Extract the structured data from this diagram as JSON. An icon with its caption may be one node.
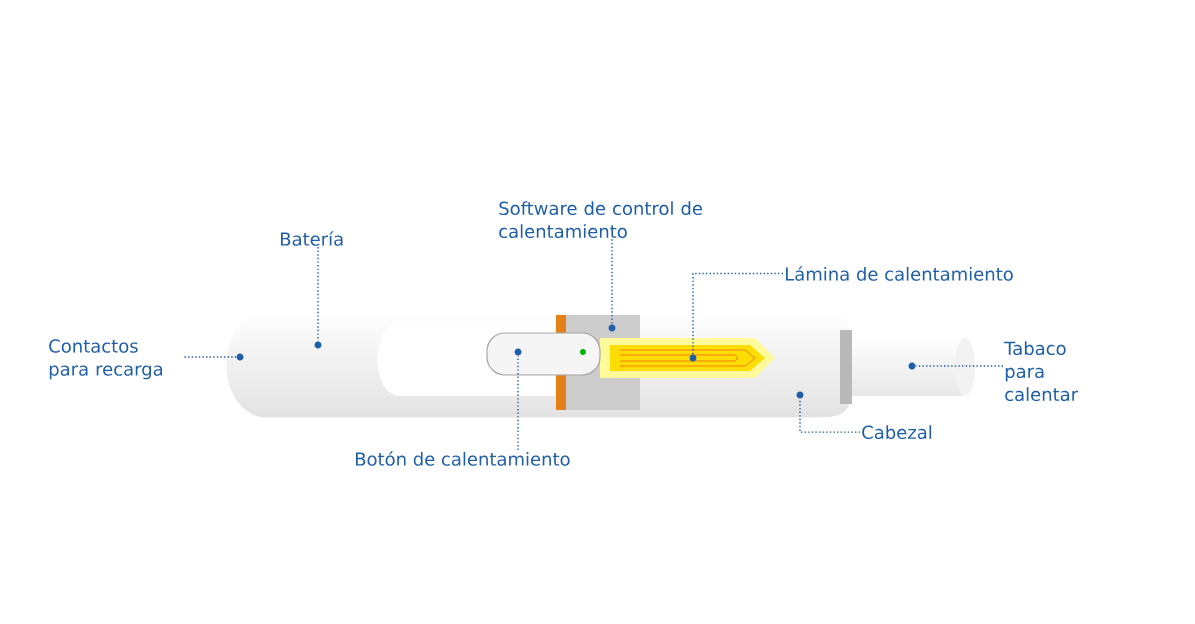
{
  "diagram": {
    "nodes": [
      {
        "text": [
          "Contactos para recarga"
        ]
      },
      {
        "text": [
          "Batería"
        ]
      },
      {
        "text": [
          "Software de control de calentamiento"
        ]
      },
      {
        "text": [
          "Lámina de calentamiento"
        ]
      },
      {
        "text": [
          "Tabaco para calentar"
        ]
      },
      {
        "text": [
          "Cabezal"
        ]
      },
      {
        "text": [
          "Botón de calentamiento"
        ]
      },
      {
        "text": [],
        "shape": "circle"
      },
      {
        "text": [],
        "shape": "circle"
      },
      {
        "text": [],
        "shape": "circle"
      },
      {
        "text": [],
        "shape": "circle"
      },
      {
        "text": [],
        "shape": "circle"
      },
      {
        "text": [],
        "shape": "circle"
      },
      {
        "text": [],
        "shape": "circle"
      }
    ],
    "edges": [
      {
        "from": 0,
        "to": 7,
        "arrow": "none"
      },
      {
        "from": 1,
        "to": 8,
        "arrow": "none"
      },
      {
        "from": 2,
        "to": 10,
        "arrow": "none"
      },
      {
        "from": 3,
        "to": 11,
        "arrow": "none"
      },
      {
        "from": 4,
        "to": 12,
        "arrow": "none"
      },
      {
        "from": 5,
        "to": 13,
        "arrow": "none"
      },
      {
        "from": 6,
        "to": 9,
        "arrow": "none"
      }
    ]
  }
}
